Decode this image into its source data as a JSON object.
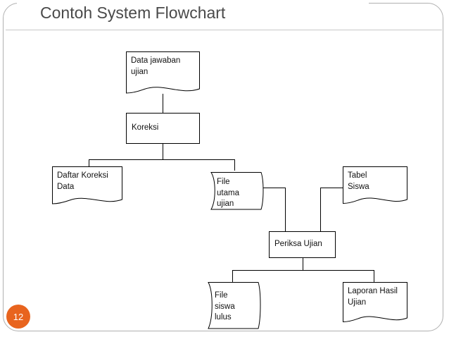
{
  "slide": {
    "title": "Contoh System Flowchart",
    "page_number": "12",
    "accent_color": "#e8641e",
    "title_color": "#4a4a4a",
    "frame_color": "#b0b0b0"
  },
  "chart_data": {
    "type": "diagram",
    "title": "Contoh System Flowchart",
    "nodes": [
      {
        "id": "data-jawaban-ujian",
        "label": "Data jawaban\nujian",
        "shape": "document"
      },
      {
        "id": "koreksi",
        "label": "Koreksi",
        "shape": "process"
      },
      {
        "id": "daftar-koreksi-data",
        "label": "Daftar Koreksi\nData",
        "shape": "document"
      },
      {
        "id": "file-utama-ujian",
        "label": "File\nutama\nujian",
        "shape": "storage"
      },
      {
        "id": "tabel-siswa",
        "label": "Tabel\nSiswa",
        "shape": "document"
      },
      {
        "id": "periksa-ujian",
        "label": "Periksa Ujian",
        "shape": "process"
      },
      {
        "id": "file-siswa-lulus",
        "label": "File\nsiswa\nlulus",
        "shape": "storage"
      },
      {
        "id": "laporan-hasil-ujian",
        "label": "Laporan Hasil\nUjian",
        "shape": "document"
      }
    ],
    "edges": [
      {
        "from": "data-jawaban-ujian",
        "to": "koreksi"
      },
      {
        "from": "koreksi",
        "to": "daftar-koreksi-data"
      },
      {
        "from": "koreksi",
        "to": "file-utama-ujian"
      },
      {
        "from": "file-utama-ujian",
        "to": "periksa-ujian"
      },
      {
        "from": "tabel-siswa",
        "to": "periksa-ujian"
      },
      {
        "from": "periksa-ujian",
        "to": "file-siswa-lulus"
      },
      {
        "from": "periksa-ujian",
        "to": "laporan-hasil-ujian"
      }
    ]
  }
}
